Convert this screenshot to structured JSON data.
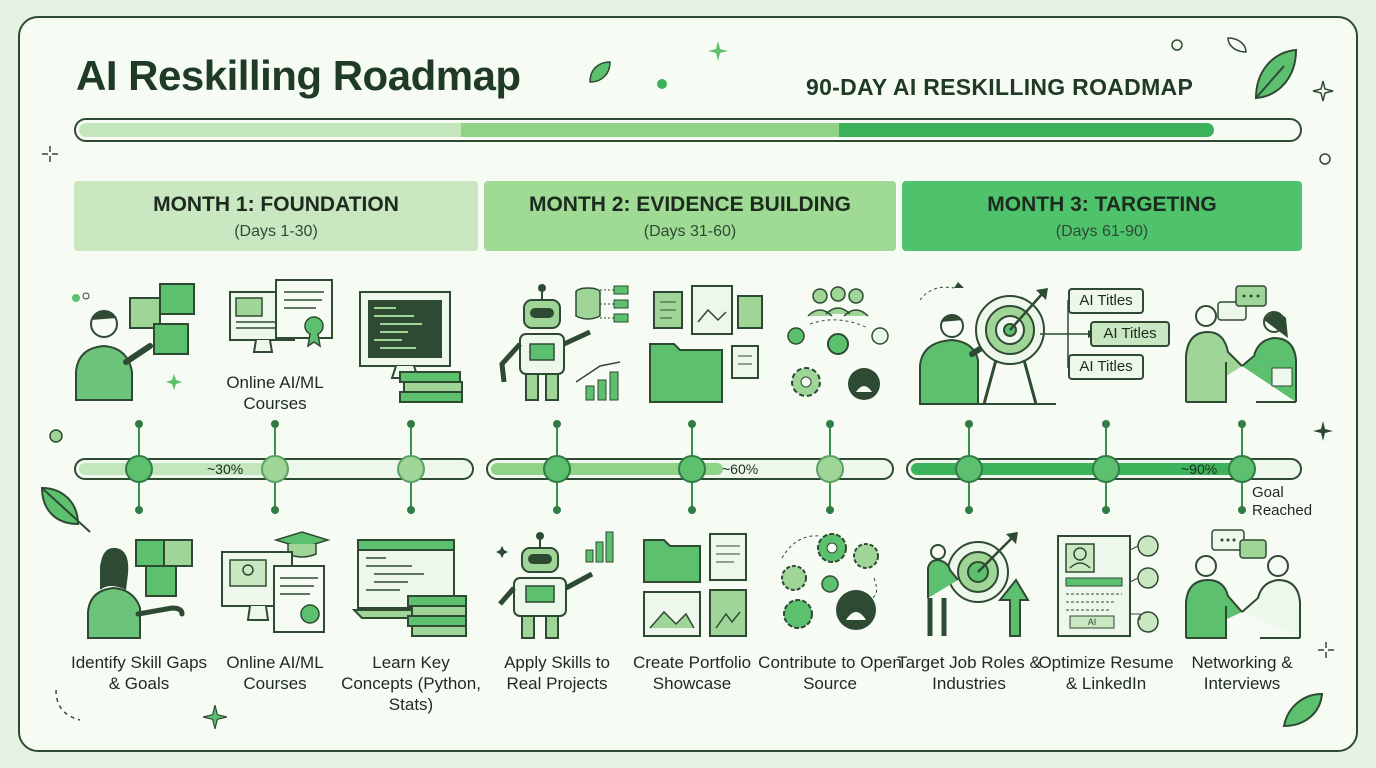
{
  "header": {
    "title": "AI Reskilling Roadmap",
    "subtitle": "90-DAY AI RESKILLING ROADMAP"
  },
  "colors": {
    "dark": "#2f4a33",
    "month1": "#c9e8c2",
    "month2": "#9fdb94",
    "month3": "#4fc36c",
    "accent": "#3cb35a"
  },
  "months": [
    {
      "name": "MONTH 1: FOUNDATION",
      "days": "(Days 1-30)"
    },
    {
      "name": "MONTH 2: EVIDENCE BUILDING",
      "days": "(Days 31-60)"
    },
    {
      "name": "MONTH 3: TARGETING",
      "days": "(Days 61-90)"
    }
  ],
  "top_labels": {
    "courses": "Online AI/ML Courses",
    "titles": [
      "AI Titles",
      "AI Titles",
      "AI Titles"
    ]
  },
  "timeline": {
    "progress": [
      "~30%",
      "~60%",
      "~90%"
    ],
    "goal": "Goal Reached"
  },
  "steps": [
    {
      "label": "Identify Skill Gaps & Goals",
      "icon": "puzzle-person-icon"
    },
    {
      "label": "Online AI/ML Courses",
      "icon": "certificate-computer-icon"
    },
    {
      "label": "Learn Key Concepts (Python, Stats)",
      "icon": "code-books-icon"
    },
    {
      "label": "Apply Skills to Real Projects",
      "icon": "robot-chart-icon"
    },
    {
      "label": "Create Portfolio Showcase",
      "icon": "folders-icon"
    },
    {
      "label": "Contribute to Open Source",
      "icon": "gears-github-icon"
    },
    {
      "label": "Target Job Roles & Industries",
      "icon": "target-person-icon"
    },
    {
      "label": "Optimize Resume & LinkedIn",
      "icon": "resume-icon"
    },
    {
      "label": "Networking & Interviews",
      "icon": "handshake-icon"
    }
  ],
  "resume_tag": "AI"
}
